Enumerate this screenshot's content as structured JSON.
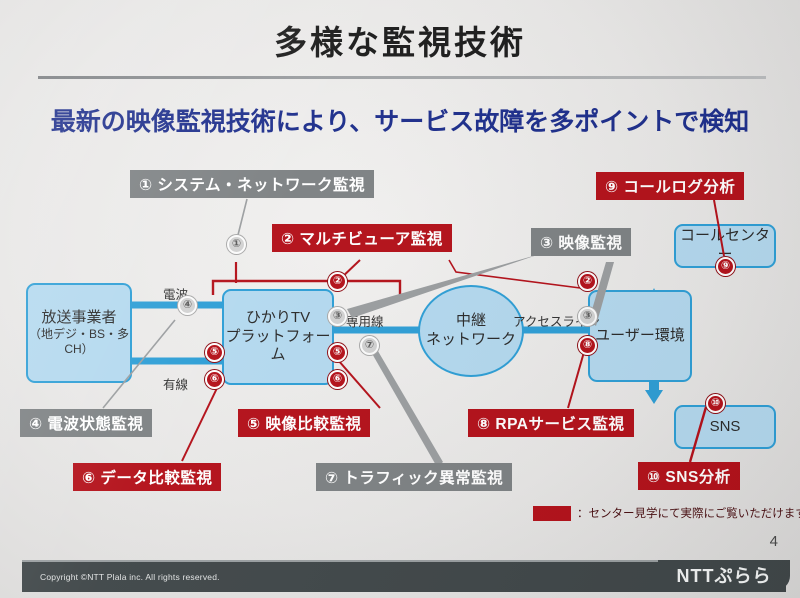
{
  "slide": {
    "title": "多様な監視技術",
    "subtitle": "最新の映像監視技術により、サービス故障を多ポイントで検知",
    "page_number": "4",
    "accent_red": "#b4121b",
    "accent_gray": "#7e8284",
    "node_fill": "#b4d9ef",
    "node_border": "#2f9fd6",
    "wire_blue": "#2f9fd6",
    "title_blue": "#1e2f8c"
  },
  "nodes": {
    "broadcaster": {
      "line1": "放送事業者",
      "line2": "（地デジ・BS・多CH）"
    },
    "platform": {
      "line1": "ひかりTV",
      "line2": "プラットフォーム"
    },
    "relay": {
      "line1": "中継",
      "line2": "ネットワーク"
    },
    "user": {
      "line1": "ユーザー環境",
      "line2": ""
    },
    "callcenter": {
      "line1": "コールセンター",
      "line2": ""
    },
    "sns": {
      "line1": "SNS",
      "line2": ""
    }
  },
  "wire_labels": {
    "denpa": "電波",
    "yusen": "有線",
    "senyosen": "専用線",
    "access_line": "アクセスライン"
  },
  "markers": [
    {
      "id": "m1",
      "num": "①",
      "style": "gray"
    },
    {
      "id": "m2a",
      "num": "②",
      "style": "red"
    },
    {
      "id": "m2b",
      "num": "②",
      "style": "red"
    },
    {
      "id": "m3a",
      "num": "③",
      "style": "gray"
    },
    {
      "id": "m3b",
      "num": "③",
      "style": "gray"
    },
    {
      "id": "m4",
      "num": "④",
      "style": "gray"
    },
    {
      "id": "m5a",
      "num": "⑤",
      "style": "red"
    },
    {
      "id": "m5b",
      "num": "⑤",
      "style": "red"
    },
    {
      "id": "m6a",
      "num": "⑥",
      "style": "red"
    },
    {
      "id": "m6b",
      "num": "⑥",
      "style": "red"
    },
    {
      "id": "m7",
      "num": "⑦",
      "style": "gray"
    },
    {
      "id": "m8",
      "num": "⑧",
      "style": "red"
    },
    {
      "id": "m9",
      "num": "⑨",
      "style": "red"
    },
    {
      "id": "m10",
      "num": "⑩",
      "style": "red"
    }
  ],
  "callouts": [
    {
      "id": "c1",
      "text": "① システム・ネットワーク監視",
      "style": "gray"
    },
    {
      "id": "c2",
      "text": "② マルチビューア監視",
      "style": "red"
    },
    {
      "id": "c3",
      "text": "③ 映像監視",
      "style": "gray"
    },
    {
      "id": "c4",
      "text": "④ 電波状態監視",
      "style": "gray"
    },
    {
      "id": "c5",
      "text": "⑤ 映像比較監視",
      "style": "red"
    },
    {
      "id": "c6",
      "text": "⑥ データ比較監視",
      "style": "red"
    },
    {
      "id": "c7",
      "text": "⑦ トラフィック異常監視",
      "style": "gray"
    },
    {
      "id": "c8",
      "text": "⑧ RPAサービス監視",
      "style": "red"
    },
    {
      "id": "c9",
      "text": "⑨ コールログ分析",
      "style": "red"
    },
    {
      "id": "c10",
      "text": "⑩ SNS分析",
      "style": "red"
    }
  ],
  "legend": {
    "text": "：センター見学にて実際にご覧いただけます。"
  },
  "footer": {
    "copyright": "Copyright ©NTT Plala inc. All rights reserved.",
    "brand": "NTTぷらら"
  }
}
